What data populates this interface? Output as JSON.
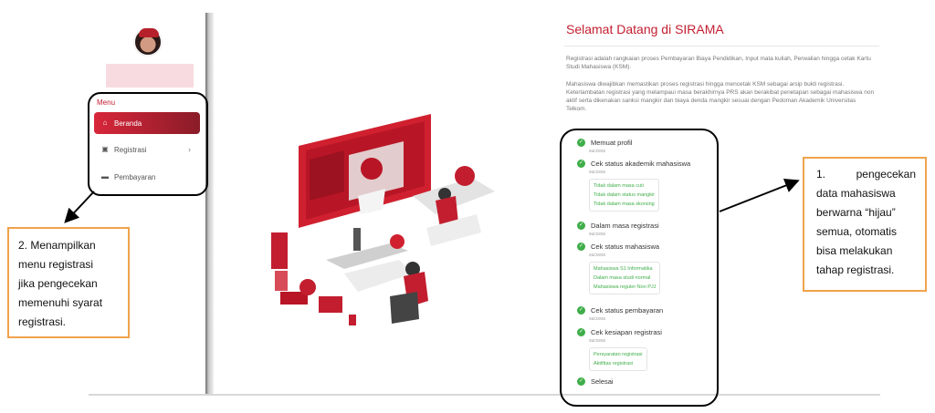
{
  "sidebar": {
    "menu_label": "Menu",
    "items": [
      {
        "label": "Beranda",
        "icon": "home-icon",
        "active": true
      },
      {
        "label": "Registrasi",
        "icon": "registration-icon",
        "has_submenu": true
      },
      {
        "label": "Pembayaran",
        "icon": "payment-icon"
      }
    ]
  },
  "welcome": {
    "title": "Selamat Datang di SIRAMA",
    "para1": "Registrasi adalah rangkaian proses Pembayaran Biaya Pendidikan, Input mata kuliah, Perwalian hingga cetak Kartu Studi Mahasiswa (KSM).",
    "para2": "Mahasiswa diwajibkan memastikan proses registrasi hingga mencetak KSM sebagai arsip bukti registrasi. Keterlambatan registrasi yang melampaui masa berakhirnya PRS akan berakibat penetapan sebagai mahasiswa non aktif serta dikenakan sanksi mangkir dan biaya denda mangkir sesuai dengan Pedoman Akademik Universitas Telkom."
  },
  "status": {
    "steps": [
      {
        "label": "Memuat profil",
        "state": "success"
      },
      {
        "label": "Cek status akademik mahasiswa",
        "state": "success",
        "details": [
          "Tidak dalam masa cuti",
          "Tidak dalam status mangkir",
          "Tidak dalam masa skorsing"
        ]
      },
      {
        "label": "Dalam masa registrasi",
        "state": "success"
      },
      {
        "label": "Cek status mahasiswa",
        "state": "success",
        "details": [
          "Mahasiswa S1 Informatika",
          "Dalam masa studi normal",
          "Mahasiswa reguler Non PJJ"
        ]
      },
      {
        "label": "Cek status pembayaran",
        "state": "success"
      },
      {
        "label": "Cek kesiapan registrasi",
        "state": "success",
        "details": [
          "Persyaratan registrasi",
          "Aktifitas registrasi"
        ]
      },
      {
        "label": "Selesai"
      }
    ]
  },
  "annotations": {
    "note1": {
      "number": "1.",
      "lines": [
        "pengecekan",
        "data mahasiswa",
        "berwarna “hijau”",
        "semua, otomatis",
        "bisa melakukan",
        "tahap registrasi."
      ]
    },
    "note2": {
      "lines": [
        "2. Menampilkan",
        "menu registrasi",
        "jika pengecekan",
        "memenuhi syarat",
        "registrasi."
      ]
    }
  },
  "colors": {
    "accent": "#c21e2f",
    "success": "#3fae49",
    "callout_border": "#f0a24b"
  }
}
